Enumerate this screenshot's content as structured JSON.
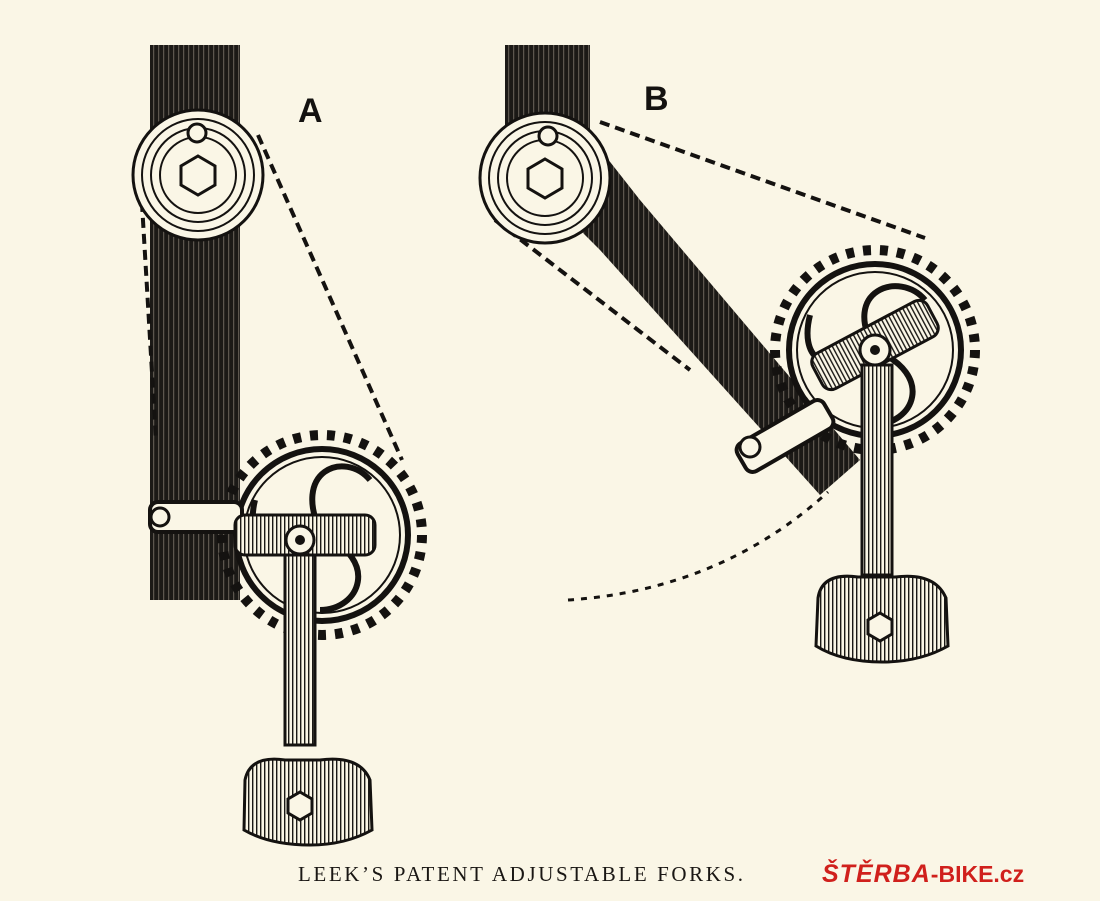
{
  "figure": {
    "label_a": "A",
    "label_b": "B",
    "caption": "LEEK’S PATENT ADJUSTABLE FORKS."
  },
  "watermark": {
    "brand": "ŠTĚRBA",
    "suffix": "-BIKE.cz",
    "color": "#d0201c"
  },
  "colors": {
    "paper": "#faf6e6",
    "ink": "#141210"
  }
}
